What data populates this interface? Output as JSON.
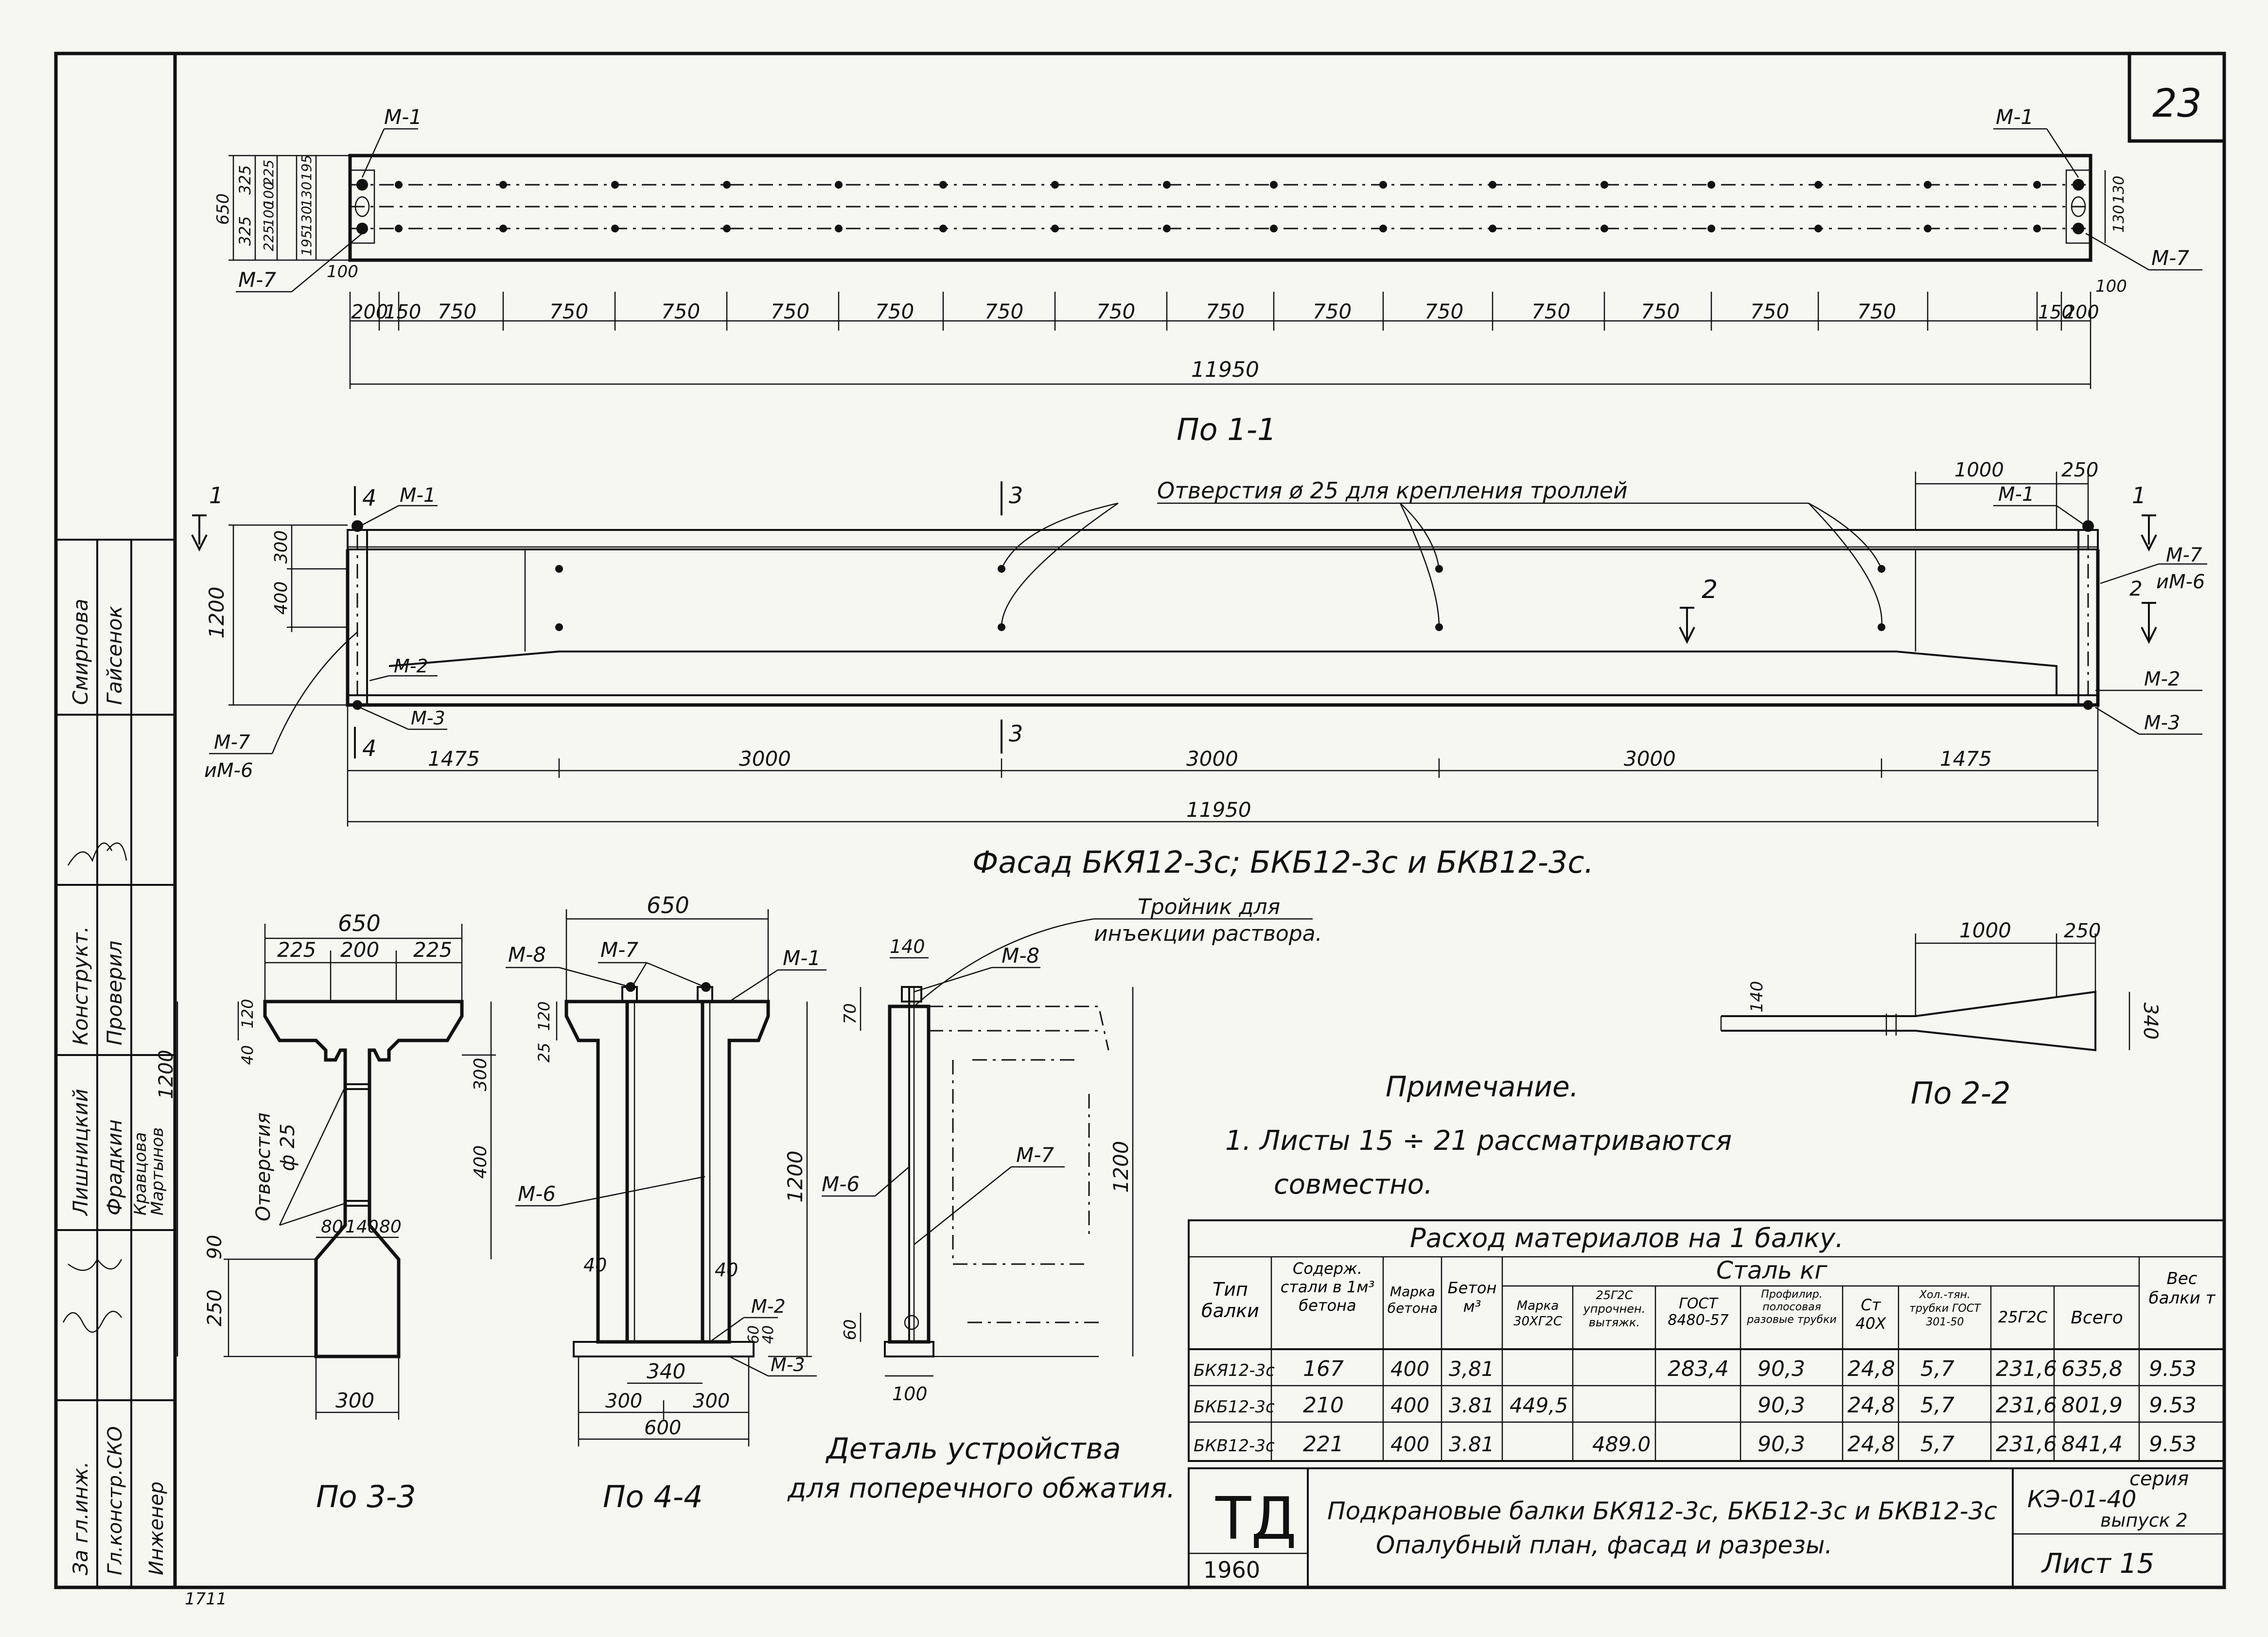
{
  "sheet_number": "23",
  "views": {
    "plan_1_1": {
      "title": "По 1-1",
      "marks": {
        "m1_left": "М-1",
        "m1_right": "М-1",
        "m7_left": "М-7",
        "m7_right": "М-7"
      },
      "dims_vertical_left": [
        "650",
        "325",
        "325",
        "225",
        "100",
        "100",
        "225",
        "195",
        "130",
        "130",
        "195",
        "100"
      ],
      "dims_right": [
        "130",
        "130",
        "100"
      ],
      "spacing": [
        "200",
        "150",
        "750",
        "750",
        "750",
        "750",
        "750",
        "750",
        "750",
        "750",
        "750",
        "750",
        "750",
        "750",
        "750",
        "750",
        "150",
        "200"
      ],
      "total": "11950"
    },
    "facade": {
      "title": "Фасад БКЯ12-3с; БКБ12-3с и БКВ12-3с.",
      "holes_label": "Отверстия   ø 25   для   крепления   троллей",
      "section_1": "1",
      "section_2": "2",
      "section_3": "3",
      "section_4": "4",
      "marks": {
        "m1_left": "М-1",
        "m1_right": "М-1",
        "m2_left": "М-2",
        "m2_right": "М-2",
        "m3_left": "М-3",
        "m3_right": "М-3",
        "m7_left": "М-7",
        "m6_left": "иМ-6",
        "m7_right": "М-7",
        "m6_right": "иМ-6"
      },
      "dims_left": [
        "1200",
        "300",
        "400"
      ],
      "dims_top_right": [
        "1000",
        "250"
      ],
      "spacing": [
        "1475",
        "3000",
        "3000",
        "3000",
        "1475"
      ],
      "total": "11950"
    },
    "section_3_3": {
      "title": "По 3-3",
      "top_width": "650",
      "top_parts": [
        "225",
        "200",
        "225"
      ],
      "left_dims": [
        "40",
        "120",
        "250",
        "90"
      ],
      "right_dims": [
        "300",
        "400",
        "1200"
      ],
      "holes": "Отверстия",
      "holes_dia": "ф 25",
      "bottom_parts": [
        "80",
        "140",
        "80"
      ],
      "bottom_width": "300"
    },
    "section_4_4": {
      "title": "По 4-4",
      "top_width": "650",
      "marks": {
        "m8": "М-8",
        "m7": "М-7",
        "m1": "М-1",
        "m6": "М-6",
        "m2": "М-2",
        "m3": "М-3"
      },
      "left_dims": [
        "25",
        "120"
      ],
      "height": "1200",
      "inner": [
        "40",
        "40"
      ],
      "bottom": [
        "340",
        "300",
        "300",
        "600"
      ],
      "right_dims": [
        "60",
        "40"
      ]
    },
    "detail": {
      "title_line1": "Деталь устройства",
      "title_line2": "для поперечного обжатия.",
      "tee_line1": "Тройник для",
      "tee_line2": "инъекции раствора.",
      "marks": {
        "m8": "М-8",
        "m6": "М-6",
        "m7": "М-7"
      },
      "dims": [
        "140",
        "70",
        "60",
        "100",
        "1200"
      ]
    },
    "section_2_2": {
      "title": "По 2-2",
      "dims": [
        "1000",
        "250",
        "140",
        "340"
      ]
    }
  },
  "note": {
    "heading": "Примечание.",
    "line1": "1.  Листы    15 ÷ 21  рассматриваются",
    "line2": "совместно."
  },
  "materials_table": {
    "caption": "Расход  материалов  на  1  балку.",
    "steel_group": "Сталь  кг",
    "headers": [
      "Тип балки",
      "Содерж. стали в 1м³ бетона",
      "Марка бетона",
      "Бетон м³",
      "Марка 30ХГ2С",
      "25Г2С упрочнен. вытяжк.",
      "ГОСТ 8480-57",
      "Профилир. полосовая разовые трубки",
      "Ст 40Х",
      "Хол.-тян. трубки ГОСТ 301-50",
      "25Г2С",
      "Всего",
      "Вес балки т"
    ],
    "rows": [
      [
        "БКЯ12-3с",
        "167",
        "400",
        "3,81",
        "",
        "",
        "283,4",
        "90,3",
        "24,8",
        "5,7",
        "231,6",
        "635,8",
        "9.53"
      ],
      [
        "БКБ12-3с",
        "210",
        "400",
        "3.81",
        "449,5",
        "",
        "",
        "90,3",
        "24,8",
        "5,7",
        "231,6",
        "801,9",
        "9.53"
      ],
      [
        "БКВ12-3с",
        "221",
        "400",
        "3.81",
        "",
        "489.0",
        "",
        "90,3",
        "24,8",
        "5,7",
        "231,6",
        "841,4",
        "9.53"
      ]
    ]
  },
  "title_block": {
    "logo": "ТД",
    "year": "1960",
    "line1": "Подкрановые балки БКЯ12-3с, БКБ12-3с и БКВ12-3с",
    "line2": "Опалубный план, фасад и разрезы.",
    "series_label": "серия",
    "series": "КЭ-01-40",
    "issue": "выпуск 2",
    "sheet": "Лист  15"
  },
  "signatures": {
    "roles": [
      "За гл.инж.",
      "Гл.констр.СКО",
      "Инженер",
      "Лишницкий",
      "Конструкт.",
      "Смирнова"
    ],
    "roles2": [
      "Фрадкин",
      "Проверил",
      "Гайсенок"
    ],
    "names_extra": [
      "Кравцова",
      "Мартынов"
    ]
  },
  "footer_mark": "1711"
}
